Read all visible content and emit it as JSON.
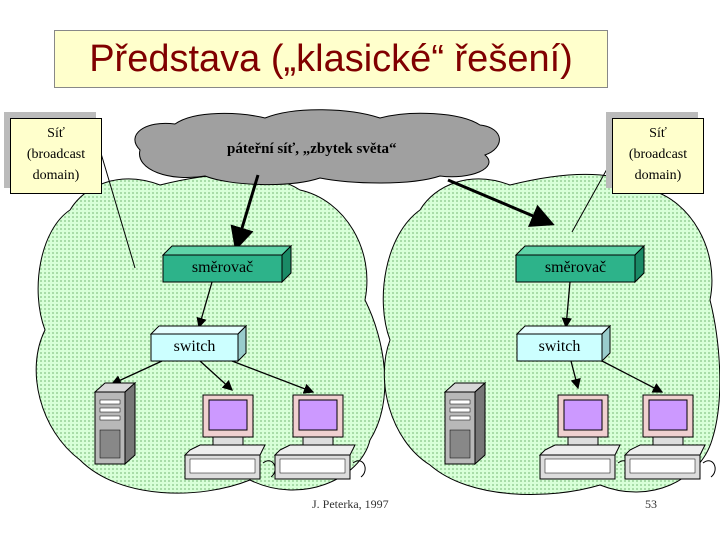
{
  "title": "Představa („klasické“ řešení)",
  "cloud_label": "páteřní síť, „zbytek světa“",
  "left_domain": {
    "line1": "Síť",
    "line2": "(broadcast",
    "line3": "domain)"
  },
  "right_domain": {
    "line1": "Síť",
    "line2": "(broadcast",
    "line3": "domain)"
  },
  "router_label": "směrovač",
  "switch_label": "switch",
  "footer_author": "J. Peterka, 1997",
  "footer_page": "53",
  "colors": {
    "title_bg": "#ffffcc",
    "title_text": "#800000",
    "router": "#2db38a",
    "switch": "#ccffff",
    "lan_cloud": "#ccffcc",
    "backbone_cloud": "#a0a0a0",
    "monitor": "#cc99ff"
  }
}
